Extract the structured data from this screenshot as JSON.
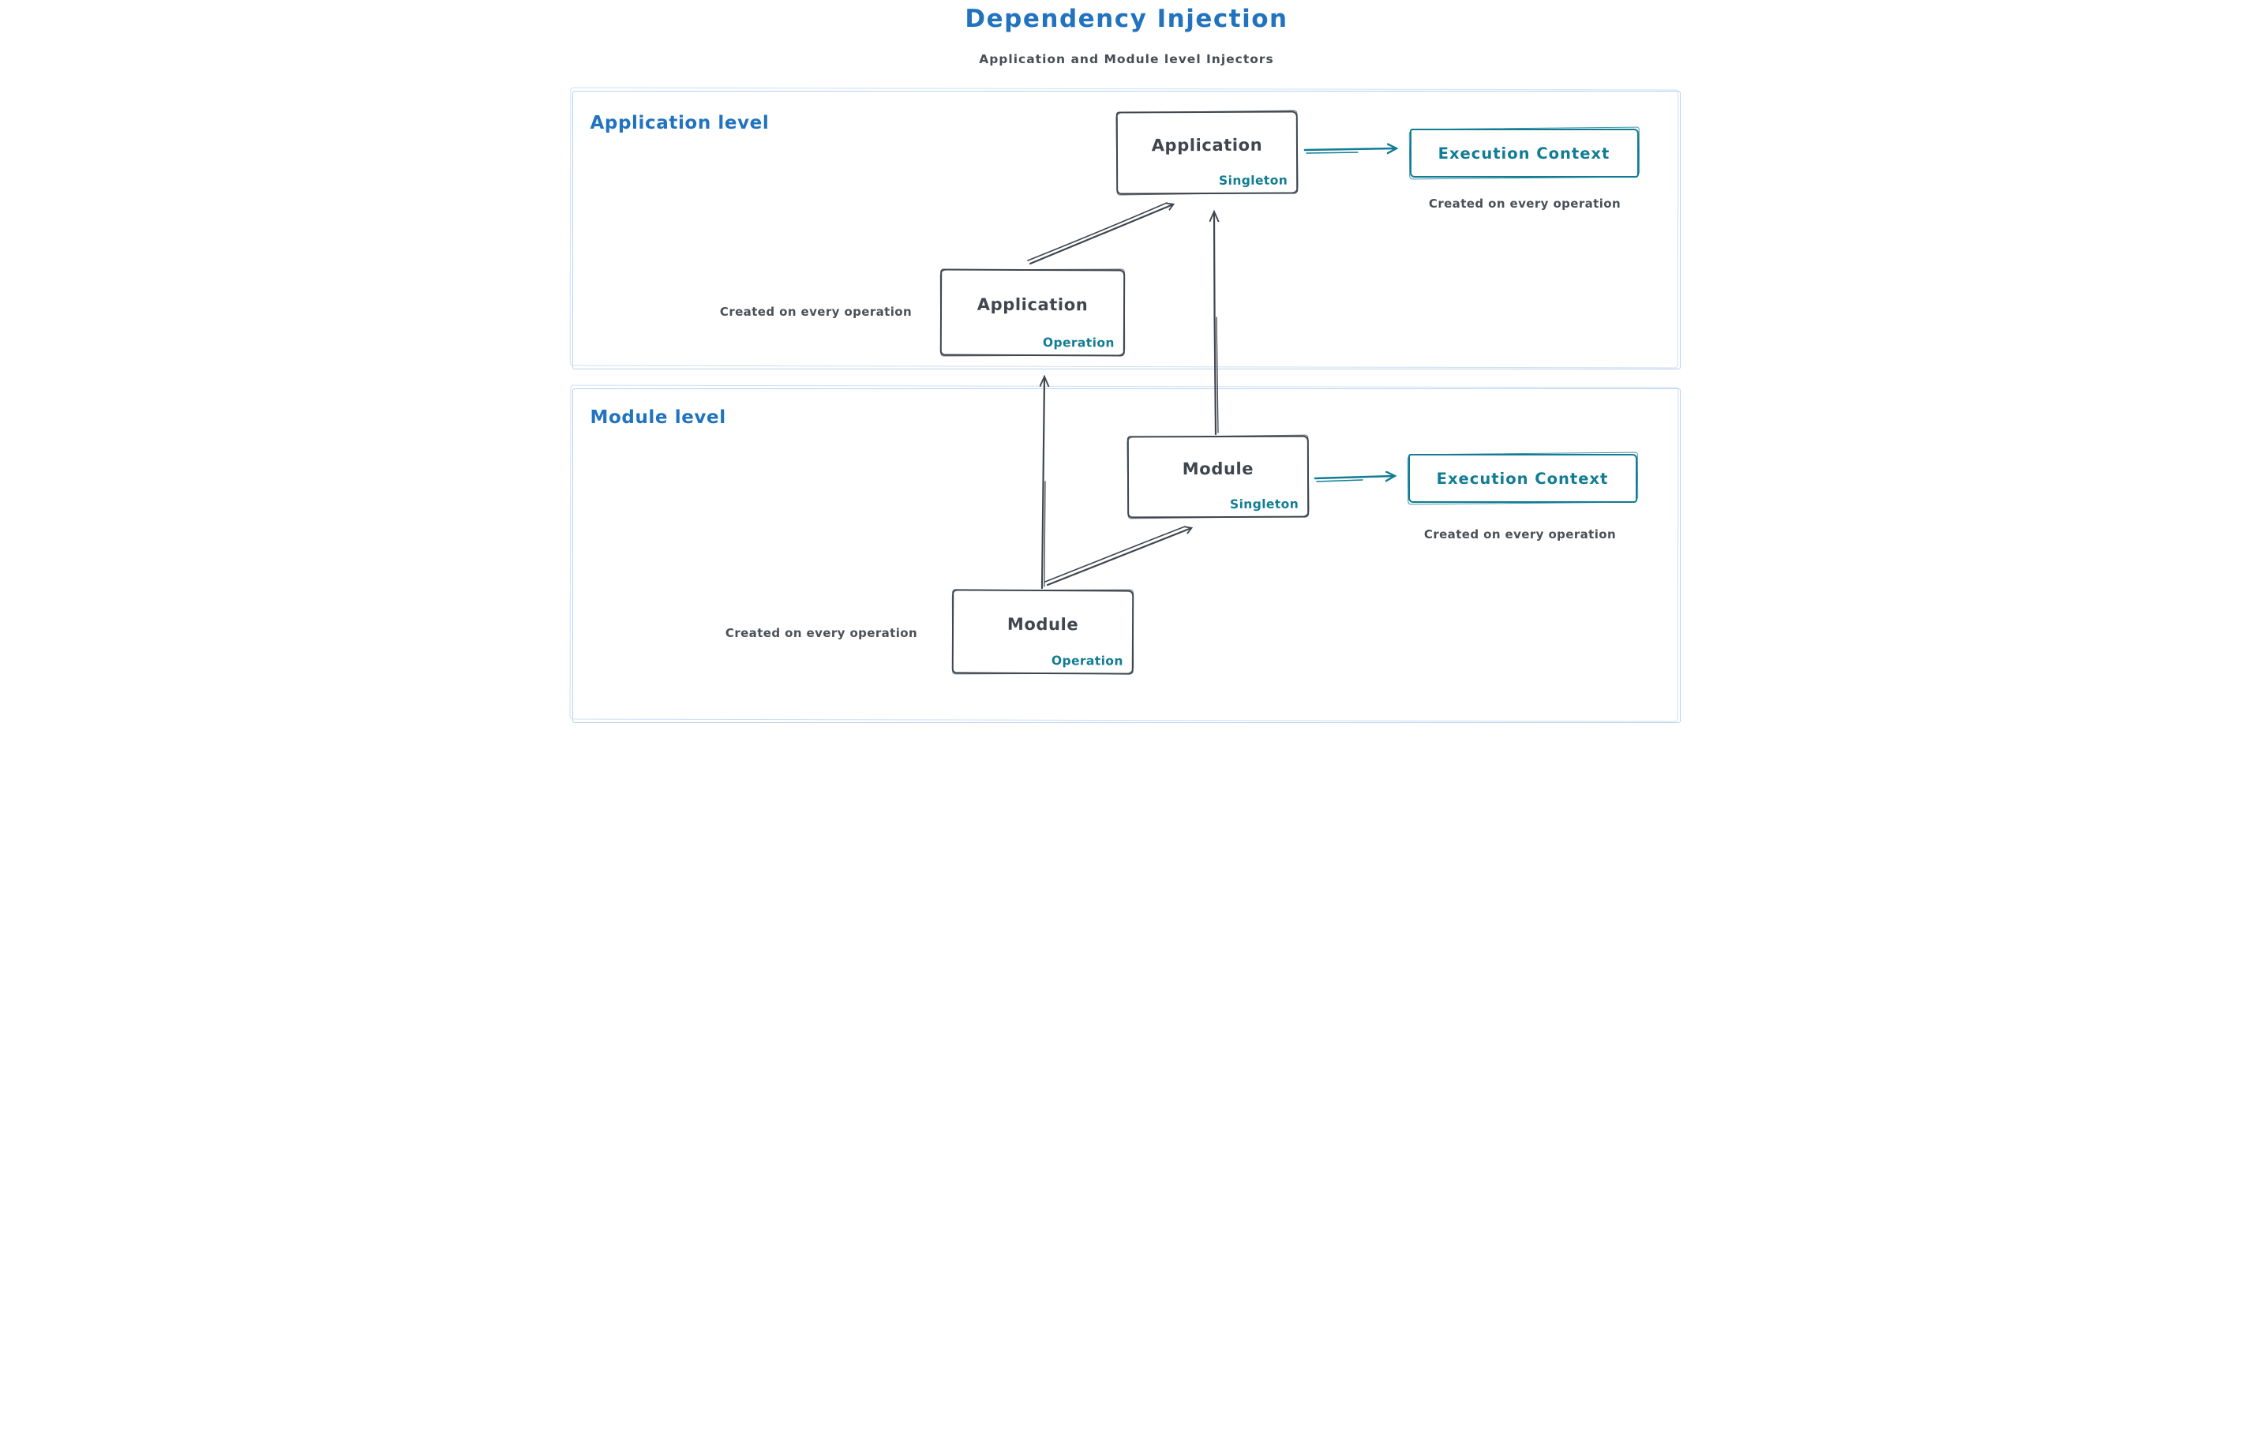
{
  "title": "Dependency Injection",
  "subtitle": "Application and Module level Injectors",
  "colors": {
    "heading_blue": "#2173bf",
    "ink_dark": "#3f464e",
    "teal_accent": "#117c93",
    "frame_light_blue": "#b8d2ee",
    "background": "#ffffff"
  },
  "application_level": {
    "label": "Application level",
    "singleton_box": {
      "title": "Application",
      "scope": "Singleton"
    },
    "operation_box": {
      "title": "Application",
      "scope": "Operation",
      "caption": "Created on every operation"
    },
    "execution_context": {
      "label": "Execution Context",
      "caption": "Created on every operation"
    }
  },
  "module_level": {
    "label": "Module level",
    "singleton_box": {
      "title": "Module",
      "scope": "Singleton"
    },
    "operation_box": {
      "title": "Module",
      "scope": "Operation",
      "caption": "Created on every operation"
    },
    "execution_context": {
      "label": "Execution Context",
      "caption": "Created on every operation"
    }
  }
}
